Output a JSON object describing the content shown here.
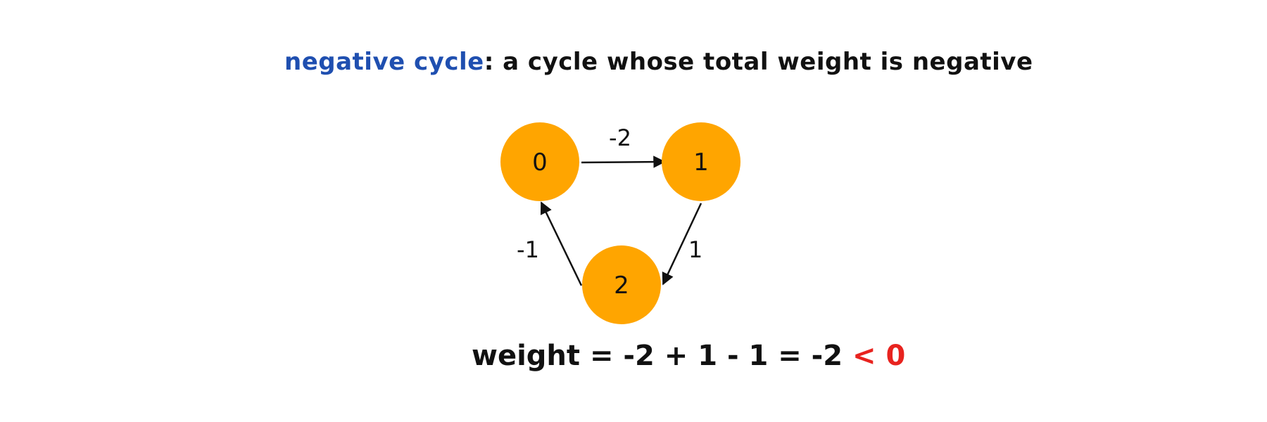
{
  "title": {
    "term": "negative cycle",
    "separator": ":",
    "definition": " a cycle whose total weight is negative"
  },
  "colors": {
    "term": "#1f4fb0",
    "node_fill": "#ffa500",
    "comparison": "#e8231f",
    "text": "#111111"
  },
  "graph": {
    "nodes": [
      {
        "id": "0",
        "label": "0"
      },
      {
        "id": "1",
        "label": "1"
      },
      {
        "id": "2",
        "label": "2"
      }
    ],
    "edges": [
      {
        "from": "0",
        "to": "1",
        "weight": "-2"
      },
      {
        "from": "1",
        "to": "2",
        "weight": "1"
      },
      {
        "from": "2",
        "to": "0",
        "weight": "-1"
      }
    ]
  },
  "formula": {
    "expression": "weight = -2 + 1 - 1 = -2 ",
    "comparison": "< 0"
  }
}
